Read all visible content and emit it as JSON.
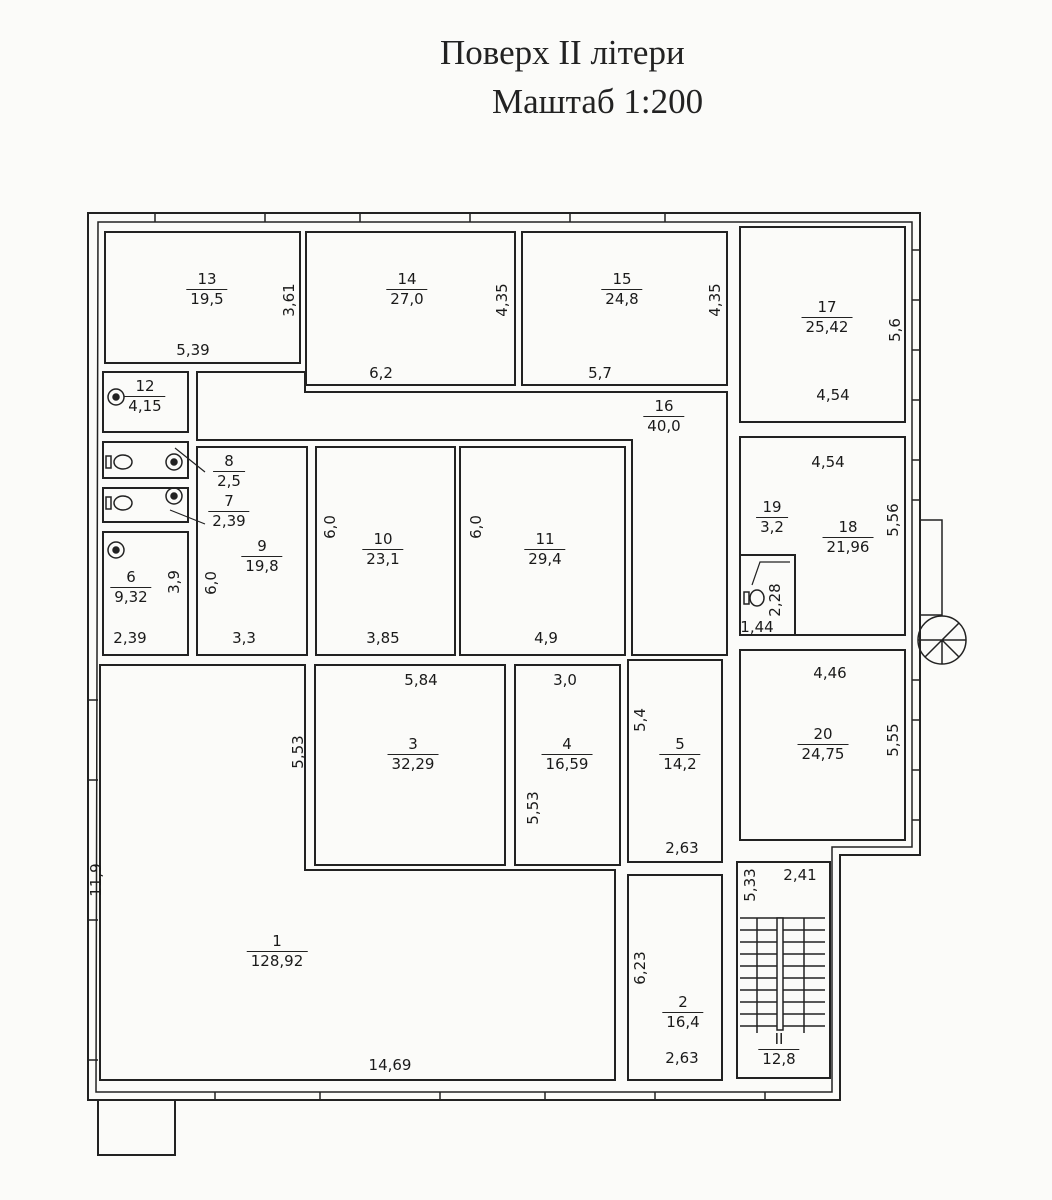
{
  "header": {
    "title": "Поверх II літери",
    "scale": "Маштаб 1:200"
  },
  "rooms": [
    {
      "number": "1",
      "area": "128,92"
    },
    {
      "number": "2",
      "area": "16,4"
    },
    {
      "number": "3",
      "area": "32,29"
    },
    {
      "number": "4",
      "area": "16,59"
    },
    {
      "number": "5",
      "area": "14,2"
    },
    {
      "number": "6",
      "area": "9,32"
    },
    {
      "number": "7",
      "area": "2,39"
    },
    {
      "number": "8",
      "area": "2,5"
    },
    {
      "number": "9",
      "area": "19,8"
    },
    {
      "number": "10",
      "area": "23,1"
    },
    {
      "number": "11",
      "area": "29,4"
    },
    {
      "number": "12",
      "area": "4,15"
    },
    {
      "number": "13",
      "area": "19,5"
    },
    {
      "number": "14",
      "area": "27,0"
    },
    {
      "number": "15",
      "area": "24,8"
    },
    {
      "number": "16",
      "area": "40,0"
    },
    {
      "number": "17",
      "area": "25,42"
    },
    {
      "number": "18",
      "area": "21,96"
    },
    {
      "number": "19",
      "area": "3,2"
    },
    {
      "number": "20",
      "area": "24,75"
    },
    {
      "number": "II",
      "area": "12,8"
    }
  ],
  "dimensions": [
    "3,61",
    "5,39",
    "4,35",
    "6,2",
    "4,35",
    "5,7",
    "5,6",
    "4,54",
    "4,54",
    "5,56",
    "2,28",
    "1,44",
    "4,46",
    "5,55",
    "3,9",
    "6,0",
    "2,39",
    "3,3",
    "6,0",
    "3,85",
    "6,0",
    "4,9",
    "5,84",
    "3,0",
    "5,53",
    "5,53",
    "5,4",
    "2,63",
    "11,9",
    "14,69",
    "6,23",
    "2,63",
    "5,33",
    "2,41"
  ]
}
